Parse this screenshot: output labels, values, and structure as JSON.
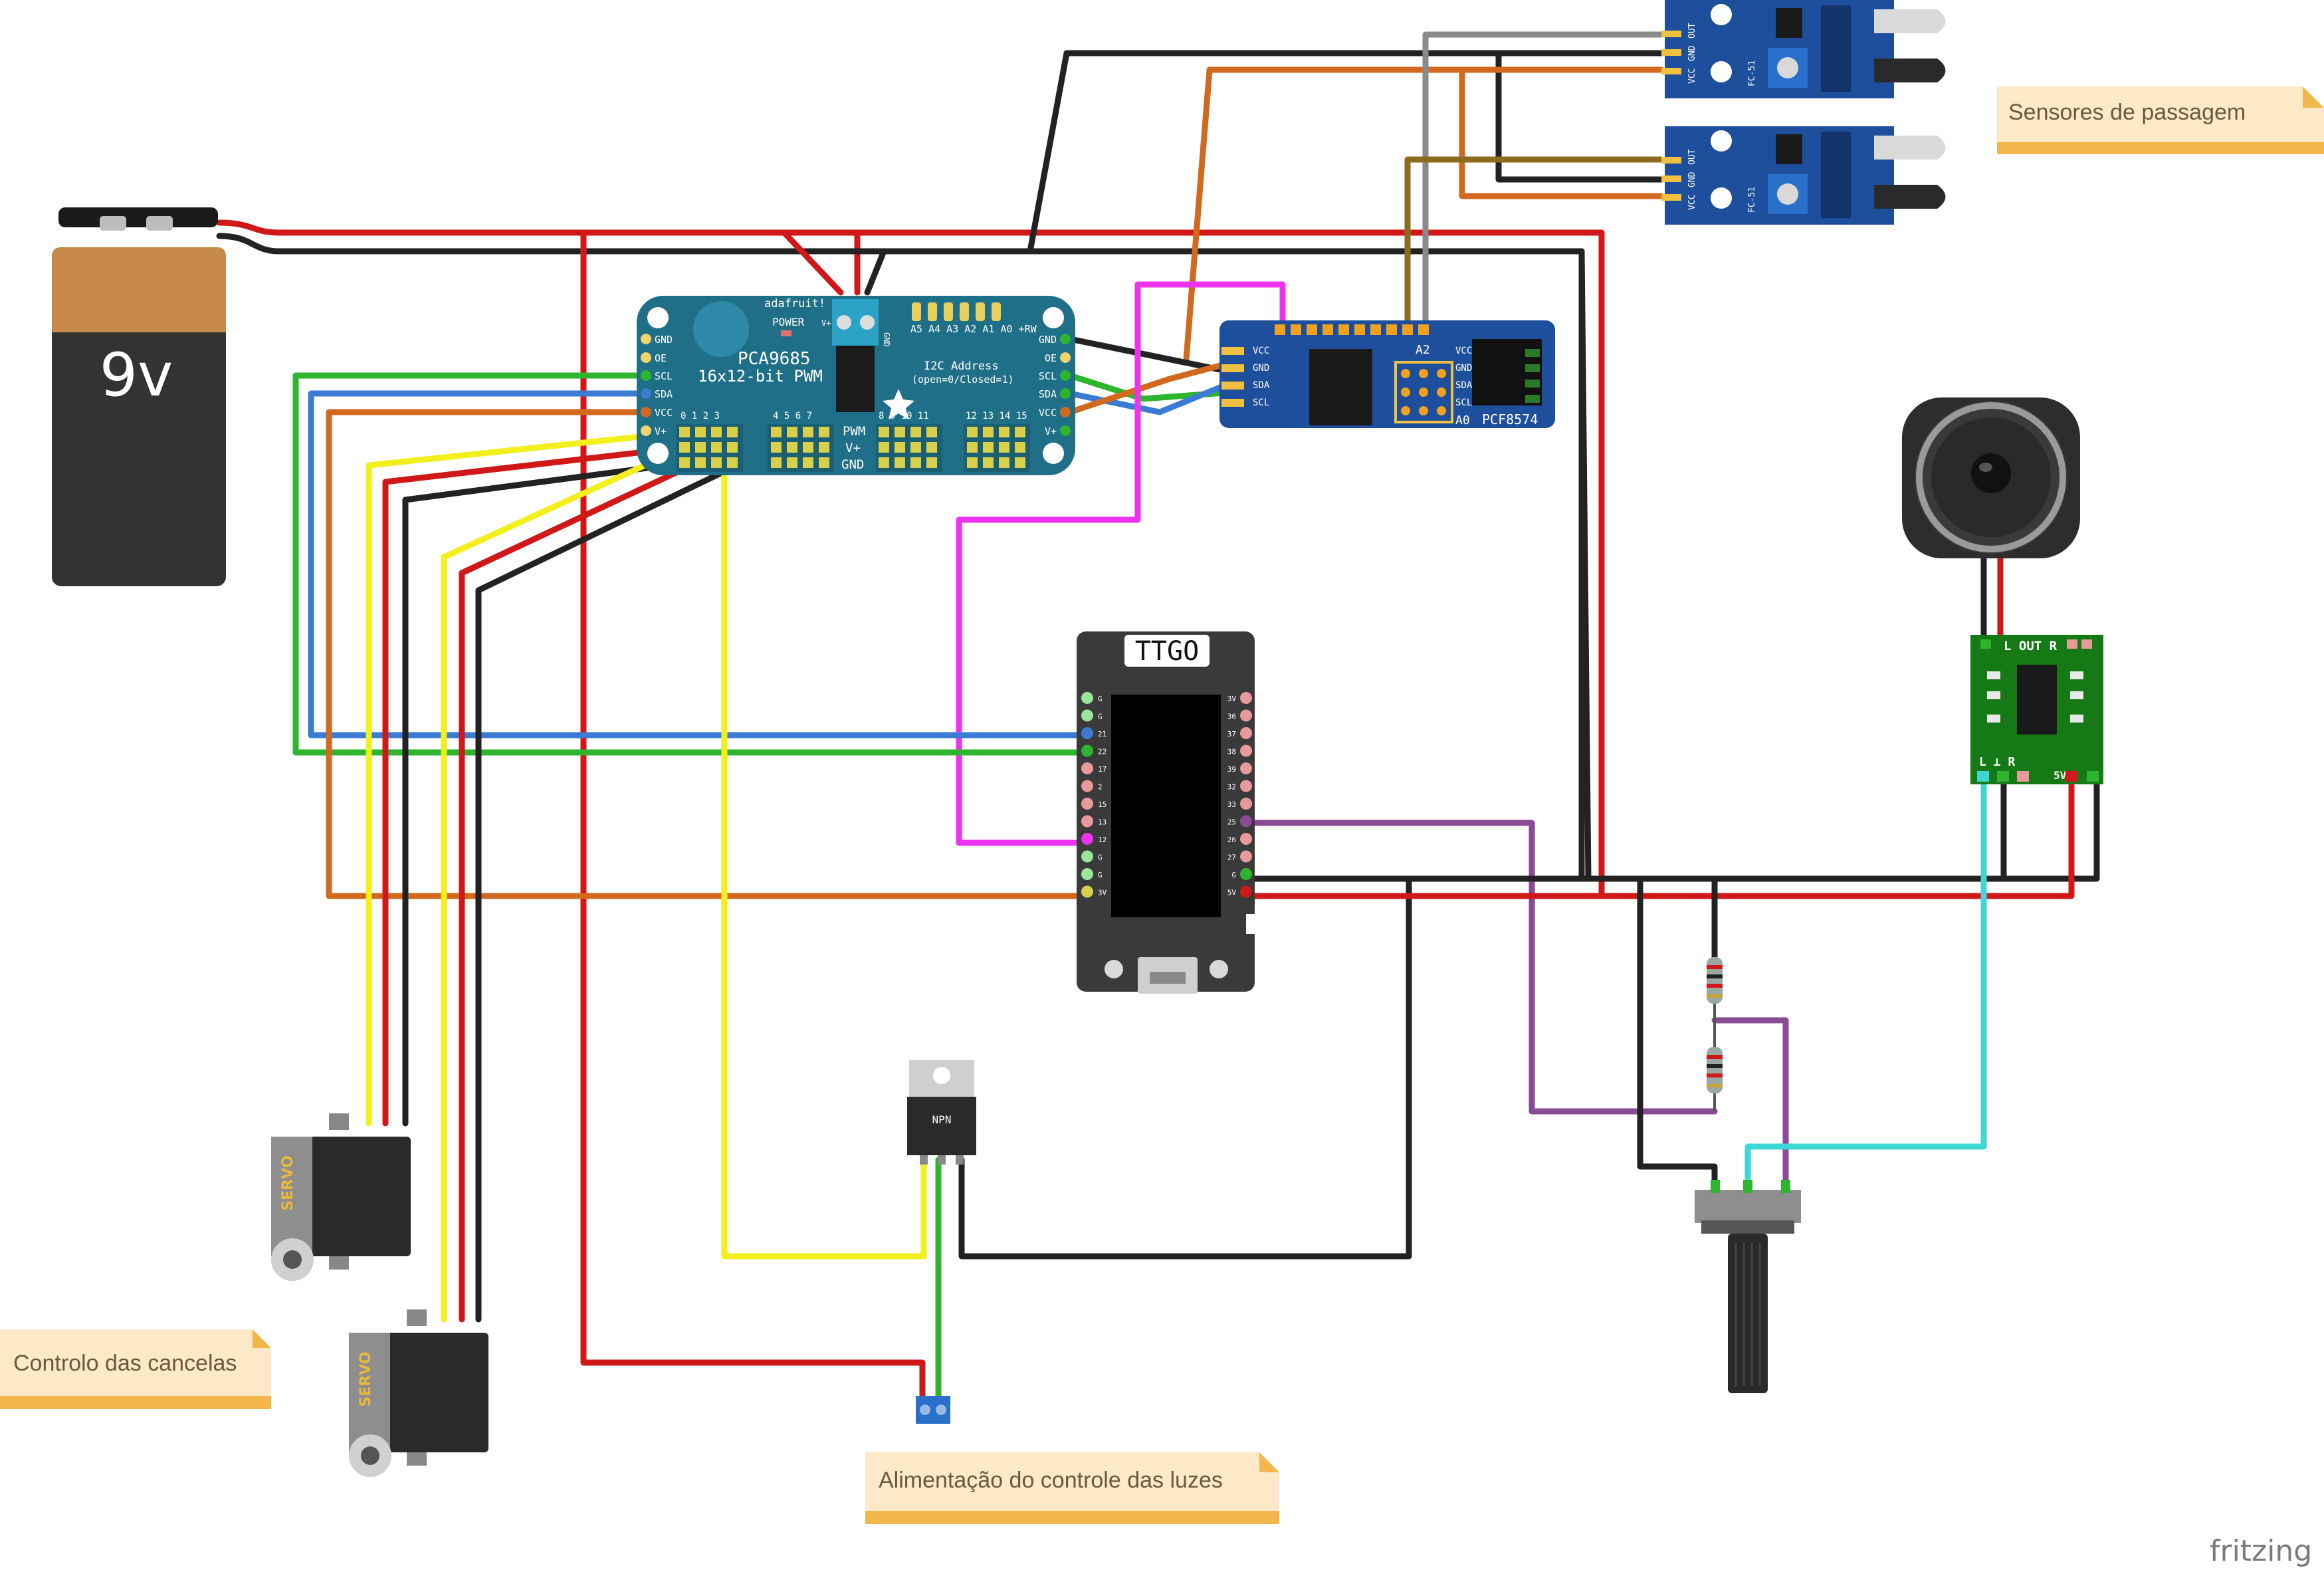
{
  "notes": {
    "sensors": "Sensores de passagem",
    "gates": "Controlo das cancelas",
    "lights": "Alimentação do controle das luzes"
  },
  "battery": {
    "label": "9v"
  },
  "pwm_board": {
    "brand": "adafruit!",
    "power": "POWER",
    "title_line1": "PCA9685",
    "title_line2": "16x12-bit PWM",
    "i2c_line1": "I2C Address",
    "i2c_line2": "(open=0/Closed=1)",
    "addr_labels": "A5 A4 A3 A2 A1 A0 +RW",
    "left_pins": [
      "GND",
      "OE",
      "SCL",
      "SDA",
      "VCC",
      "V+"
    ],
    "right_pins": [
      "GND",
      "OE",
      "SCL",
      "SDA",
      "VCC",
      "V+"
    ],
    "row_labels": [
      "PWM",
      "V+",
      "GND"
    ],
    "channels_a": "0 1 2 3",
    "channels_b": "4 5 6 7",
    "channels_c": "8 9 10 11",
    "channels_d": "12 13 14 15",
    "terminal_v": "V+",
    "terminal_gnd": "GND"
  },
  "expander": {
    "name": "PCF8574",
    "a_label": "A0",
    "a2_label": "A2",
    "left_pins": [
      "VCC",
      "GND",
      "SDA",
      "SCL"
    ],
    "right_pins": [
      "VCC",
      "GND",
      "SDA",
      "SCL"
    ]
  },
  "ttgo": {
    "name": "TTGO",
    "left_pins": [
      "G",
      "G",
      "21",
      "22",
      "17",
      "2",
      "15",
      "13",
      "12",
      "G",
      "G",
      "3V"
    ],
    "right_pins": [
      "3V",
      "36",
      "37",
      "38",
      "39",
      "32",
      "33",
      "25",
      "26",
      "27",
      "G",
      "5V"
    ]
  },
  "ir_sensor": {
    "model": "FC-51",
    "pins": [
      "OUT",
      "GND",
      "VCC"
    ]
  },
  "amp": {
    "top_label": "L OUT R",
    "bottom_label": "L ⊥ R",
    "power_label": "5V"
  },
  "transistor": {
    "label": "NPN"
  },
  "servo": {
    "label": "SERVO"
  },
  "footer": {
    "brand": "fritzing"
  },
  "colors": {
    "wire_red": "#d01818",
    "wire_black": "#222222",
    "wire_green": "#2db52d",
    "wire_blue": "#3b7bd4",
    "wire_yellow": "#f2ef1c",
    "wire_orange": "#d2691e",
    "wire_magenta": "#ee33ee",
    "wire_purple": "#8b4a96",
    "wire_cyan": "#3fd6d6",
    "wire_olive": "#8b6b1e",
    "wire_gray": "#8a8a8a",
    "pcb_teal": "#1f6f88",
    "pcb_navy": "#1d4f9c",
    "pcb_green": "#157a15",
    "note_bg": "#fde8c8",
    "note_stripe": "#f3b64a"
  }
}
